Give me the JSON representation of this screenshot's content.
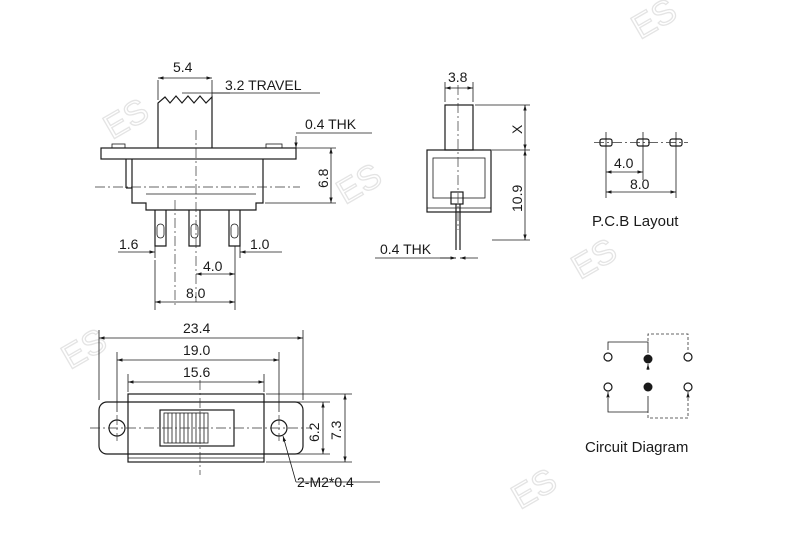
{
  "watermark": {
    "text": "ES"
  },
  "side_view": {
    "dim_actuator_width": "5.4",
    "dim_travel": "3.2 TRAVEL",
    "dim_thickness": "0.4 THK",
    "dim_body_height": "6.8",
    "dim_left_offset": "1.6",
    "dim_right_offset": "1.0",
    "dim_pin_pitch": "4.0",
    "dim_pin_span": "8.0"
  },
  "end_view": {
    "dim_actuator_width": "3.8",
    "dim_x": "X",
    "dim_height": "10.9",
    "dim_thickness": "0.4 THK"
  },
  "pcb_layout": {
    "dim_pitch": "4.0",
    "dim_span": "8.0",
    "caption": "P.C.B Layout"
  },
  "top_view": {
    "dim_overall": "23.4",
    "dim_hole_spacing": "19.0",
    "dim_body": "15.6",
    "dim_height_inner": "6.2",
    "dim_height_outer": "7.3",
    "hole_callout": "2-M2*0.4"
  },
  "circuit": {
    "caption": "Circuit Diagram"
  }
}
